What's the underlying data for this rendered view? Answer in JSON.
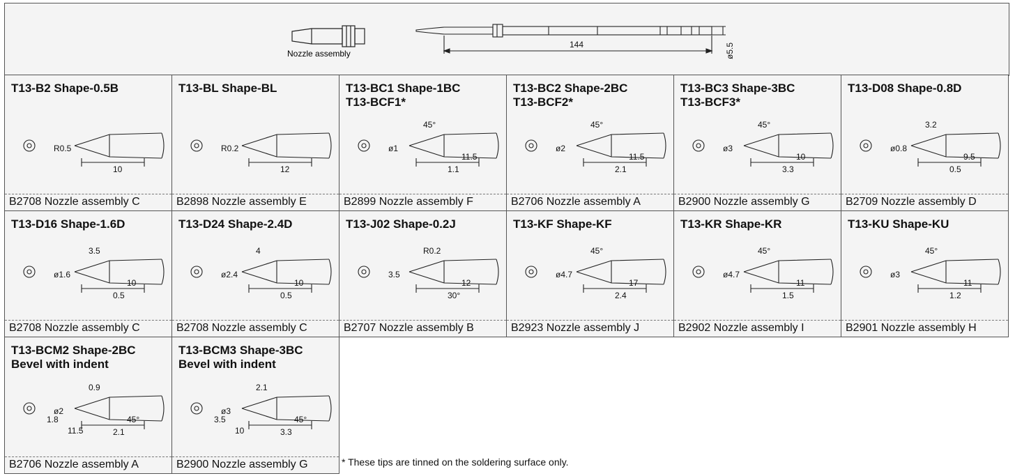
{
  "header": {
    "nozzle_label": "Nozzle assembly",
    "length_dim": "144",
    "diameter_dim": "ø5.5"
  },
  "tips": [
    {
      "lines": [
        "T13-B2 Shape-0.5B"
      ],
      "nozzle": "B2708 Nozzle assembly C",
      "dims": [
        "R0.5",
        "10"
      ]
    },
    {
      "lines": [
        "T13-BL Shape-BL"
      ],
      "nozzle": "B2898 Nozzle assembly E",
      "dims": [
        "R0.2",
        "12"
      ]
    },
    {
      "lines": [
        "T13-BC1 Shape-1BC",
        "T13-BCF1*"
      ],
      "nozzle": "B2899 Nozzle assembly F",
      "dims": [
        "ø1",
        "1.1",
        "45°",
        "11.5"
      ]
    },
    {
      "lines": [
        "T13-BC2 Shape-2BC",
        "T13-BCF2*"
      ],
      "nozzle": "B2706 Nozzle assembly A",
      "dims": [
        "ø2",
        "2.1",
        "45°",
        "11.5"
      ]
    },
    {
      "lines": [
        "T13-BC3 Shape-3BC",
        "T13-BCF3*"
      ],
      "nozzle": "B2900 Nozzle assembly G",
      "dims": [
        "ø3",
        "3.3",
        "45°",
        "10"
      ]
    },
    {
      "lines": [
        "T13-D08 Shape-0.8D"
      ],
      "nozzle": "B2709 Nozzle assembly D",
      "dims": [
        "ø0.8",
        "0.5",
        "3.2",
        "9.5"
      ]
    },
    {
      "lines": [
        "T13-D16 Shape-1.6D"
      ],
      "nozzle": "B2708 Nozzle assembly C",
      "dims": [
        "ø1.6",
        "0.5",
        "3.5",
        "10"
      ]
    },
    {
      "lines": [
        "T13-D24 Shape-2.4D"
      ],
      "nozzle": "B2708 Nozzle assembly C",
      "dims": [
        "ø2.4",
        "0.5",
        "4",
        "10"
      ]
    },
    {
      "lines": [
        "T13-J02 Shape-0.2J"
      ],
      "nozzle": "B2707 Nozzle assembly B",
      "dims": [
        "3.5",
        "30°",
        "R0.2",
        "12"
      ]
    },
    {
      "lines": [
        "T13-KF Shape-KF"
      ],
      "nozzle": "B2923 Nozzle assembly J",
      "dims": [
        "ø4.7",
        "2.4",
        "45°",
        "17"
      ]
    },
    {
      "lines": [
        "T13-KR Shape-KR"
      ],
      "nozzle": "B2902 Nozzle assembly I",
      "dims": [
        "ø4.7",
        "1.5",
        "45°",
        "11"
      ]
    },
    {
      "lines": [
        "T13-KU Shape-KU"
      ],
      "nozzle": "B2901 Nozzle assembly H",
      "dims": [
        "ø3",
        "1.2",
        "45°",
        "11"
      ]
    },
    {
      "lines": [
        "T13-BCM2 Shape-2BC",
        "Bevel with indent"
      ],
      "nozzle": "B2706 Nozzle assembly A",
      "dims": [
        "ø2",
        "2.1",
        "0.9",
        "45°",
        "11.5",
        "1.8"
      ]
    },
    {
      "lines": [
        "T13-BCM3 Shape-3BC",
        "Bevel with indent"
      ],
      "nozzle": "B2900 Nozzle assembly G",
      "dims": [
        "ø3",
        "3.3",
        "2.1",
        "45°",
        "10",
        "3.5"
      ]
    }
  ],
  "footnote": "* These tips are tinned on the soldering surface only."
}
